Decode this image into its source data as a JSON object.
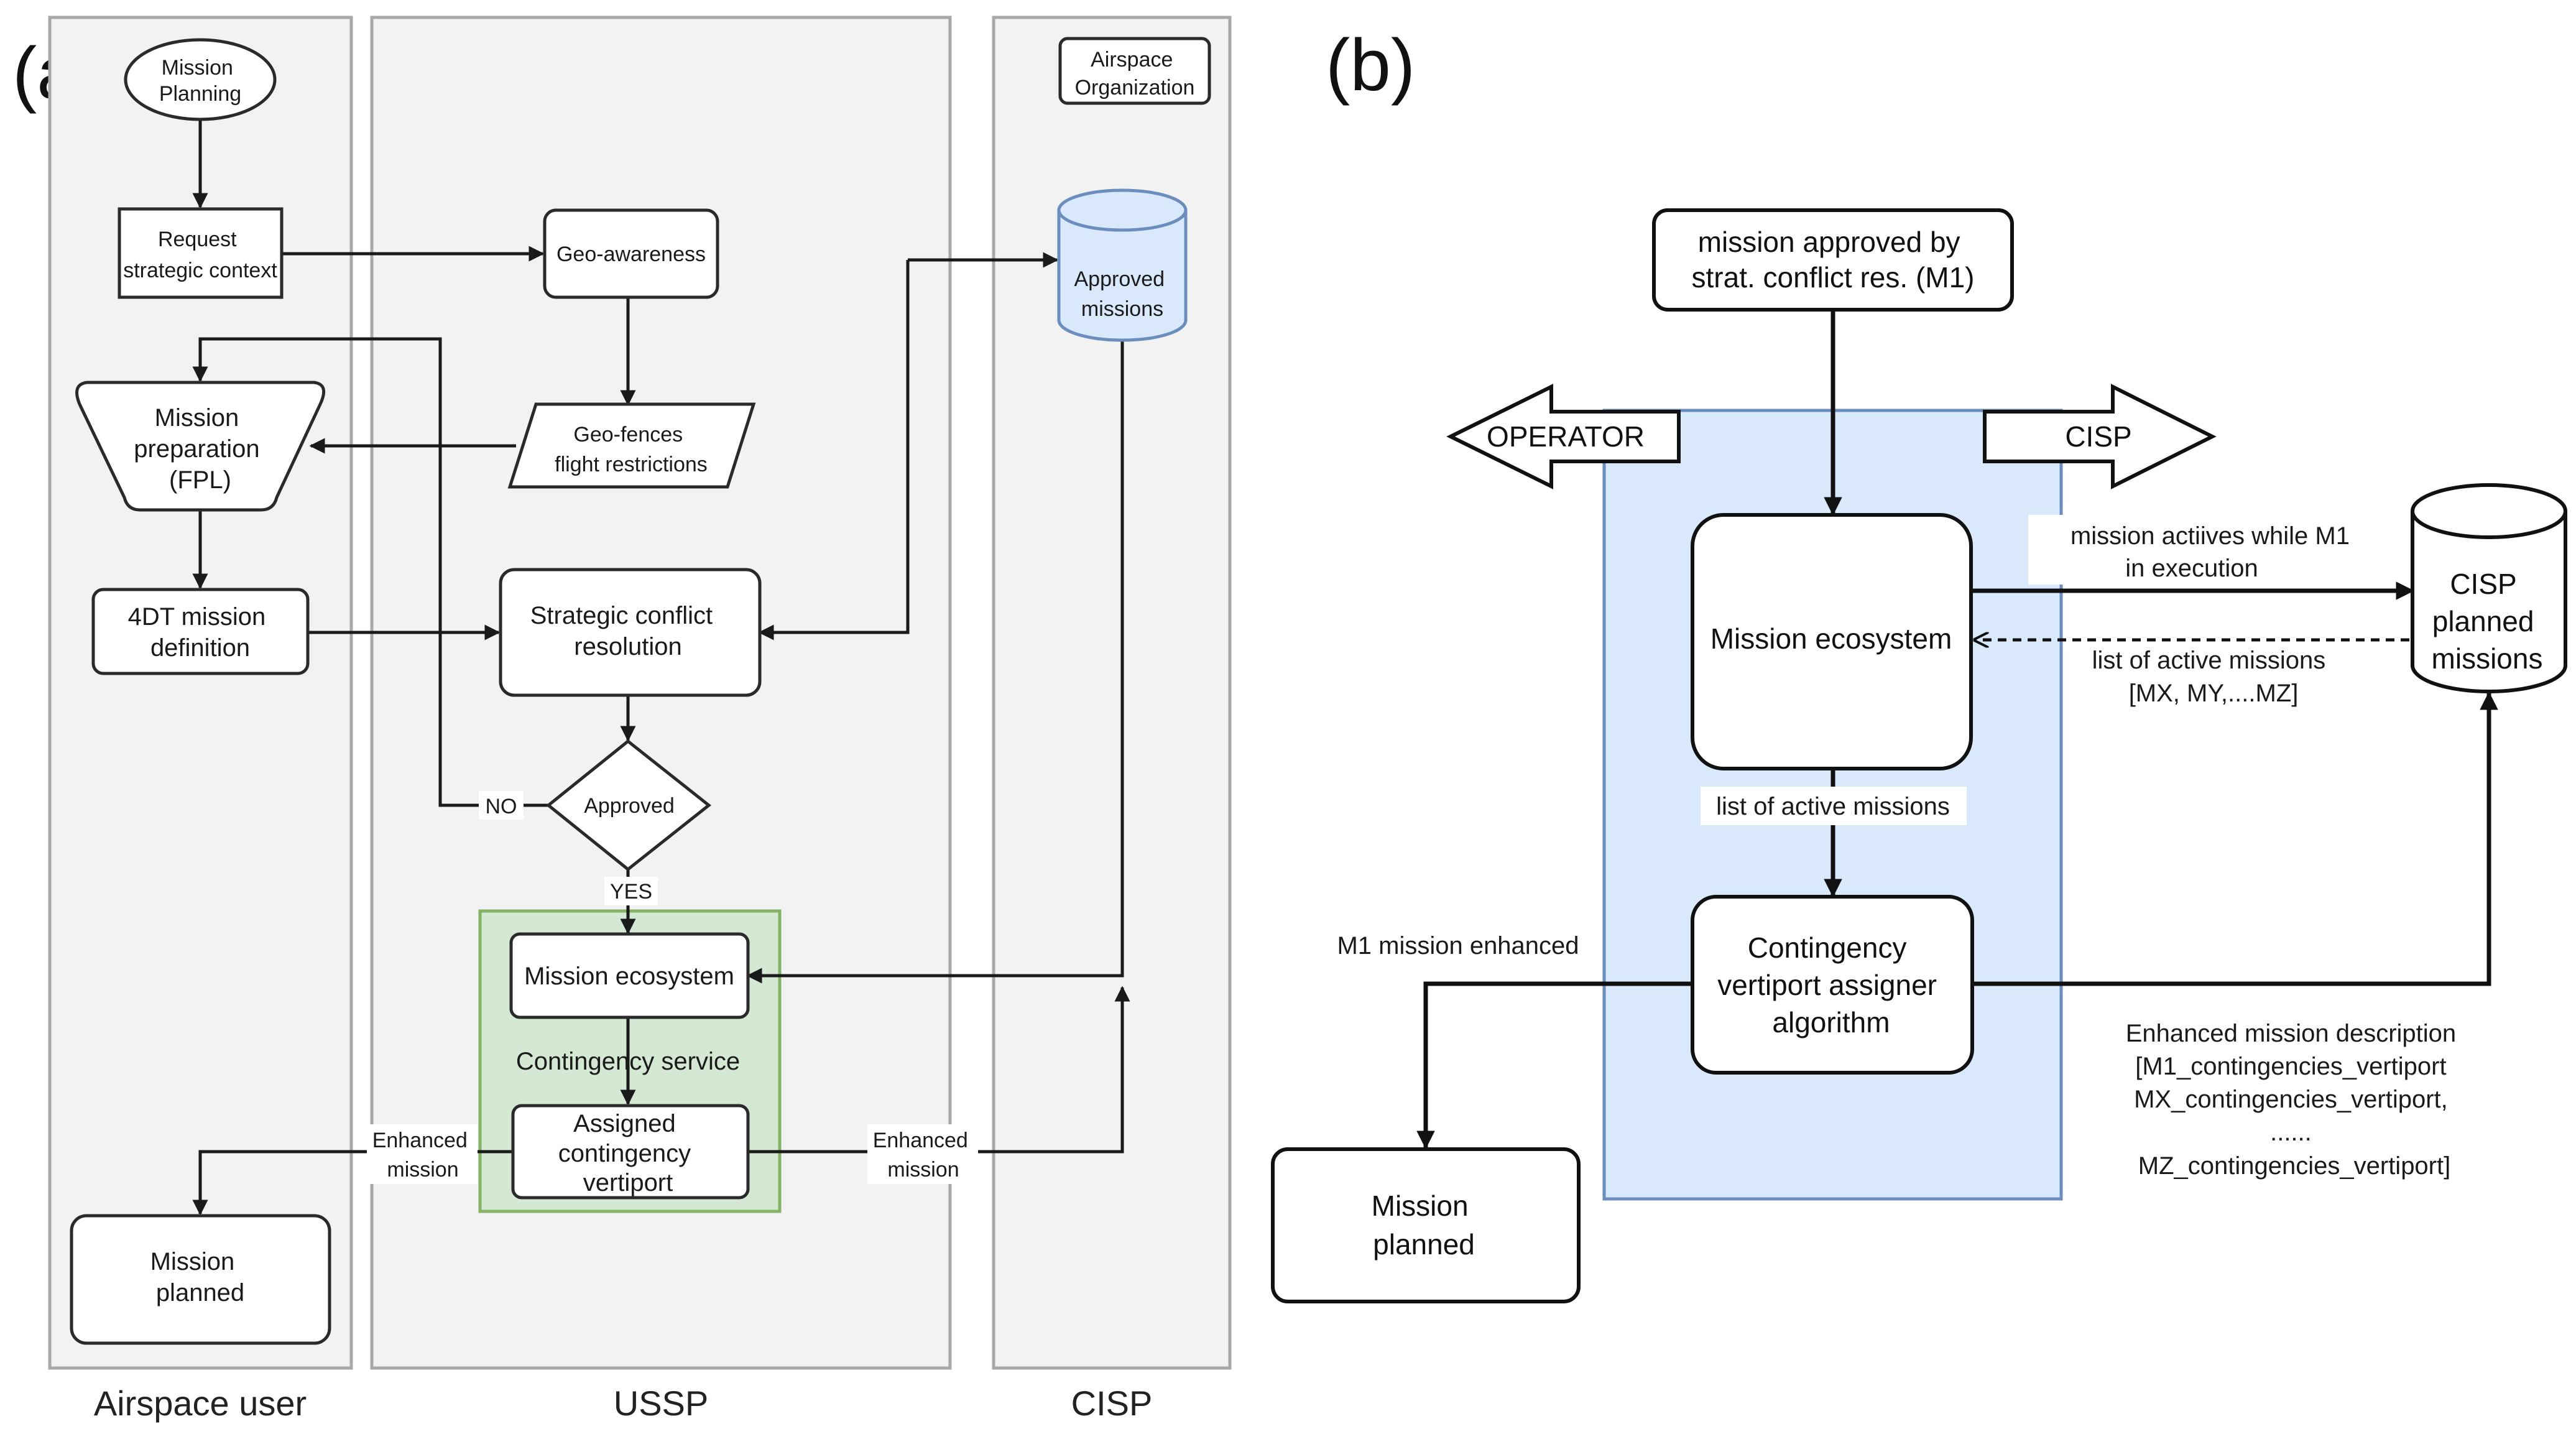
{
  "panel_a": {
    "label": "(a)",
    "lanes": {
      "airspace_user": "Airspace user",
      "ussp": "USSP",
      "cisp": "CISP"
    },
    "mission_planning": [
      "Mission",
      "Planning"
    ],
    "request_context": [
      "Request",
      "strategic context"
    ],
    "geo_awareness": "Geo-awareness",
    "geo_fences": [
      "Geo-fences",
      "flight restrictions"
    ],
    "mission_preparation": [
      "Mission",
      "preparation",
      "(FPL)"
    ],
    "mission_definition": [
      "4DT mission",
      "definition"
    ],
    "strategic_conflict": [
      "Strategic conflict",
      "resolution"
    ],
    "approved": "Approved",
    "no_label": "NO",
    "yes_label": "YES",
    "mission_ecosystem": "Mission ecosystem",
    "contingency_service": "Contingency service",
    "assigned_vertiport": [
      "Assigned",
      "contingency",
      "vertiport"
    ],
    "enhanced_mission_left": [
      "Enhanced",
      "mission"
    ],
    "enhanced_mission_right": [
      "Enhanced",
      "mission"
    ],
    "mission_planned": [
      "Mission",
      "planned"
    ],
    "airspace_organization": [
      "Airspace",
      "Organization"
    ],
    "approved_missions": [
      "Approved",
      "missions"
    ]
  },
  "panel_b": {
    "label": "(b)",
    "mission_approved": [
      "mission approved by",
      "strat. conflict res. (M1)"
    ],
    "operator": "OPERATOR",
    "cisp": "CISP",
    "mission_ecosystem": "Mission ecosystem",
    "active_while_m1": [
      "mission actiives while M1",
      "in execution"
    ],
    "cisp_planned": [
      "CISP",
      "planned",
      "missions"
    ],
    "list_active_right": [
      "list of active missions",
      "[MX, MY,....MZ]"
    ],
    "list_active_down": "list of active missions",
    "contingency_algo": [
      "Contingency",
      "vertiport assigner",
      "algorithm"
    ],
    "m1_enhanced": "M1 mission enhanced",
    "enhanced_description": [
      "Enhanced mission description",
      "[M1_contingencies_vertiport",
      "MX_contingencies_vertiport,",
      "......",
      "MZ_contingencies_vertiport]"
    ],
    "mission_planned": [
      "Mission",
      "planned"
    ]
  },
  "colors": {
    "lane_fill": "#f2f2f2",
    "green_fill": "#d5e8d4",
    "green_stroke": "#82b366",
    "blue_fill": "#dae8fc",
    "blue_stroke": "#6c8ebf"
  }
}
